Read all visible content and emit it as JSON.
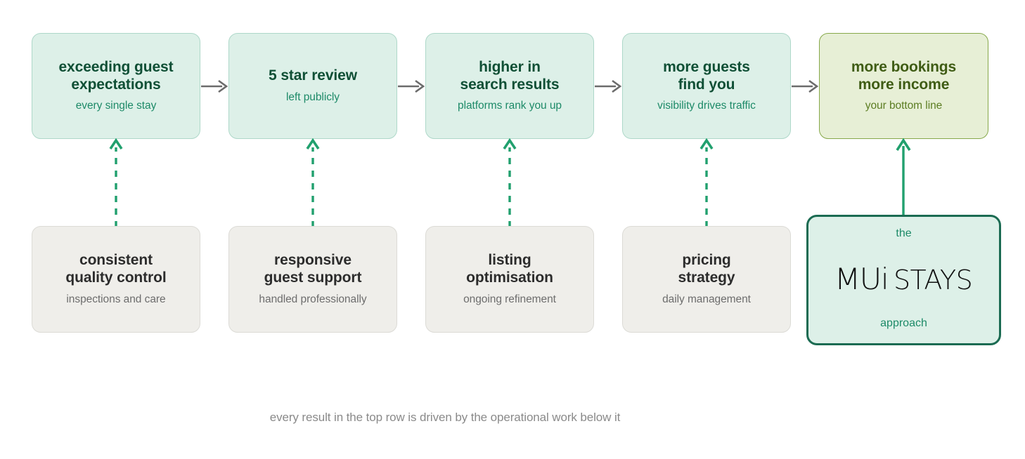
{
  "diagram": {
    "caption": "every result in the top row is driven by the operational work below it",
    "colors": {
      "result_fill": "#ddf0e8",
      "result_border": "#aed8c9",
      "result_title": "#0f4f35",
      "result_sub": "#1d8a68",
      "outcome_fill": "#e7efd6",
      "outcome_border": "#86a84a",
      "outcome_title": "#3f5c14",
      "outcome_sub": "#5c7d22",
      "work_fill": "#efeeea",
      "work_border": "#dcdbd6",
      "work_title": "#2c2c2c",
      "work_sub": "#6d6d6d",
      "flow_arrow": "#6b6b6b",
      "support_arrow": "#21a06e",
      "brand_border": "#1b6b52",
      "caption_text": "#8a8a8a",
      "background": "#ffffff"
    },
    "results": [
      {
        "title": "exceeding guest\nexpectations",
        "subtitle": "every single stay"
      },
      {
        "title": "5 star review",
        "subtitle": "left publicly"
      },
      {
        "title": "higher in\nsearch results",
        "subtitle": "platforms rank you up"
      },
      {
        "title": "more guests\nfind you",
        "subtitle": "visibility drives traffic"
      },
      {
        "title": "more bookings\nmore income",
        "subtitle": "your bottom line"
      }
    ],
    "work": [
      {
        "title": "consistent\nquality control",
        "subtitle": "inspections and care"
      },
      {
        "title": "responsive\nguest support",
        "subtitle": "handled professionally"
      },
      {
        "title": "listing\noptimisation",
        "subtitle": "ongoing refinement"
      },
      {
        "title": "pricing\nstrategy",
        "subtitle": "daily management"
      }
    ],
    "brand": {
      "the_label": "the",
      "logo_primary": "MUi",
      "logo_secondary": "STAYS",
      "approach_label": "approach"
    }
  }
}
